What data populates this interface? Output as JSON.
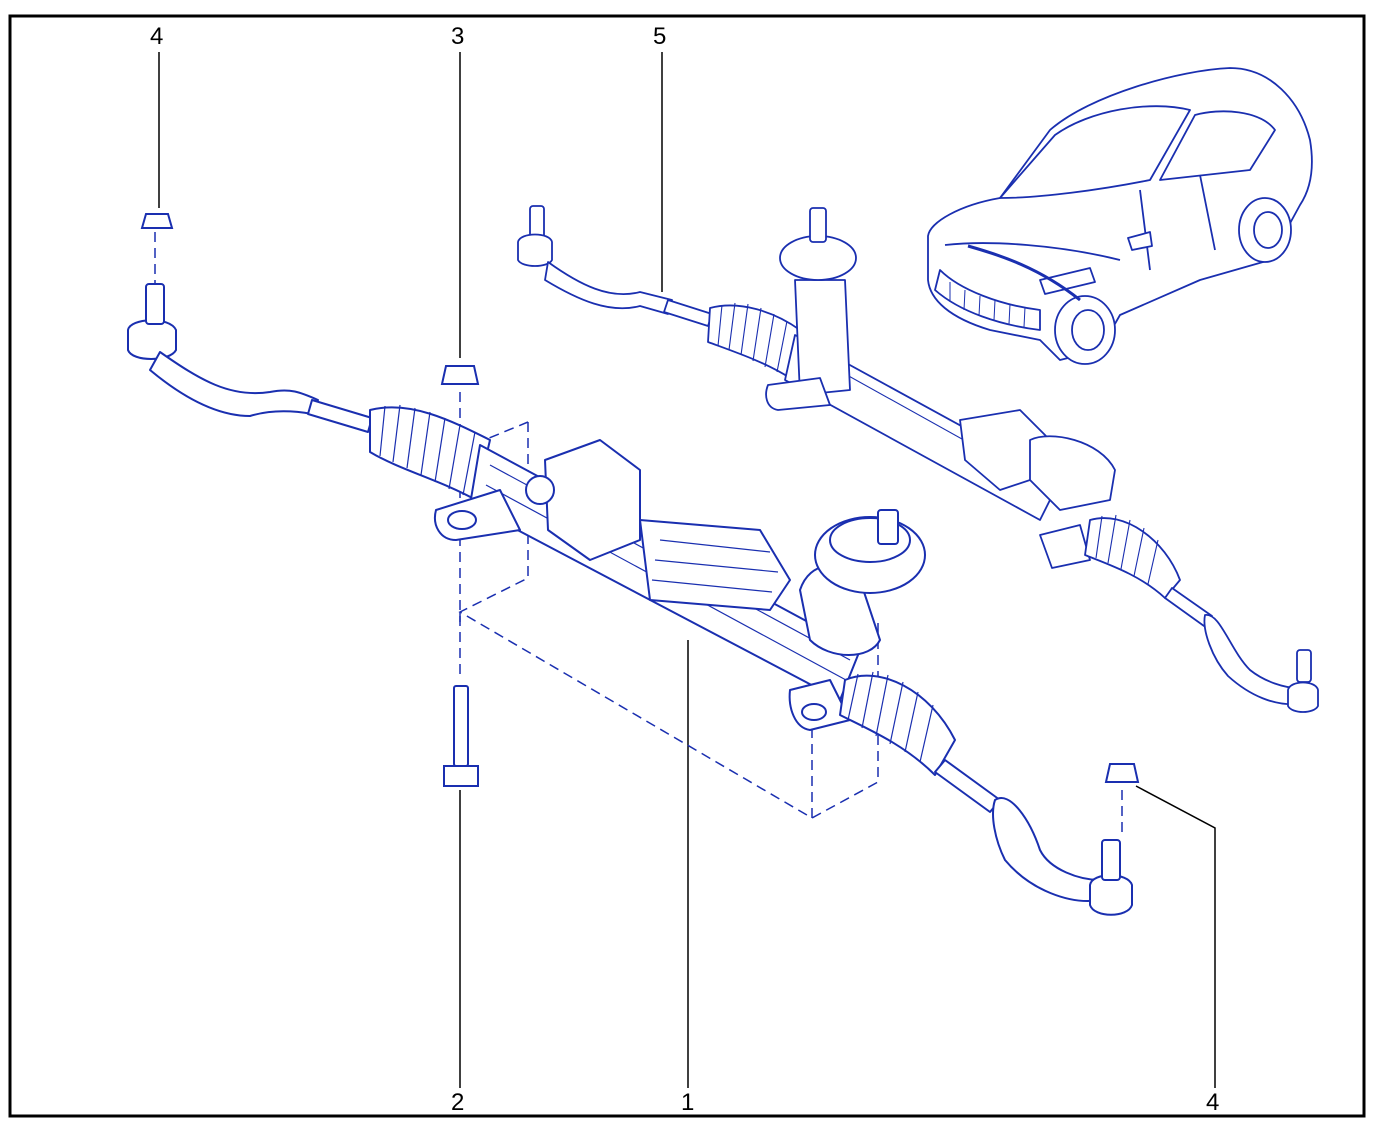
{
  "diagram": {
    "callouts": [
      {
        "id": "c4-top-left",
        "label": "4"
      },
      {
        "id": "c3-top",
        "label": "3"
      },
      {
        "id": "c5-top",
        "label": "5"
      },
      {
        "id": "c2-bottom",
        "label": "2"
      },
      {
        "id": "c1-bottom",
        "label": "1"
      },
      {
        "id": "c4-bottom-right",
        "label": "4"
      }
    ],
    "colors": {
      "line_art": "#1a2fb0",
      "frame": "#000000",
      "leader": "#000000",
      "background": "#ffffff"
    }
  }
}
